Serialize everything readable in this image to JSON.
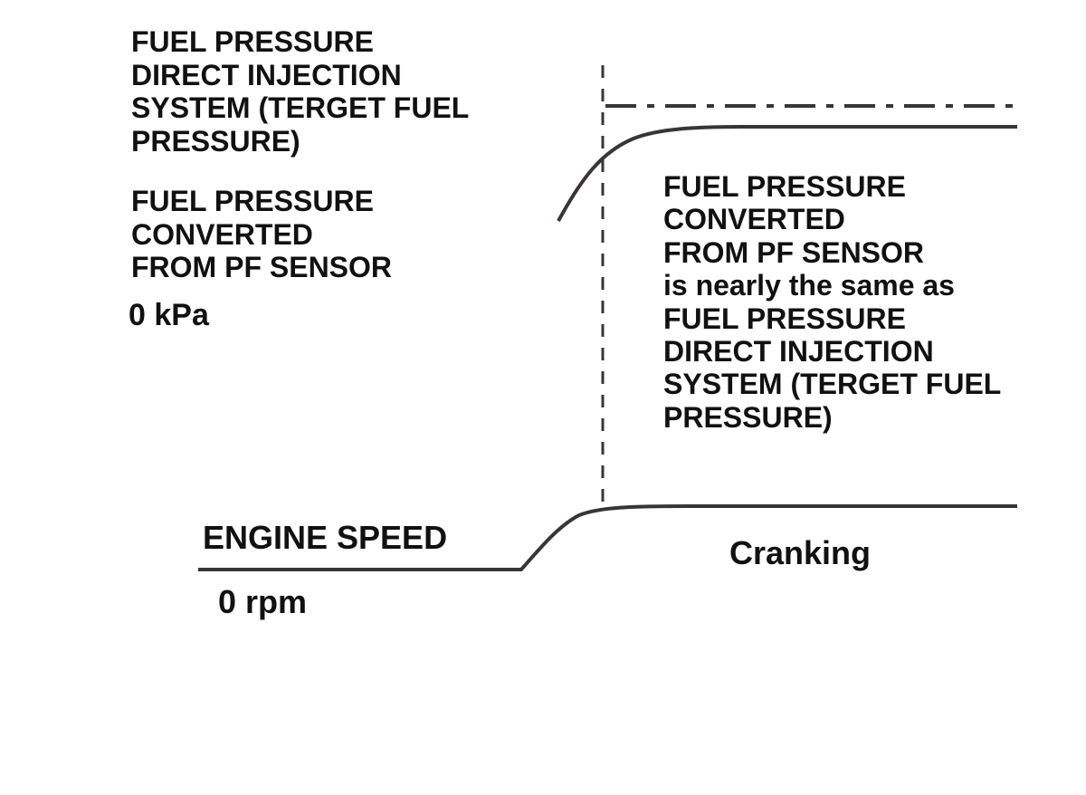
{
  "labels": {
    "target_pressure": "FUEL PRESSURE\nDIRECT INJECTION\nSYSTEM (TERGET FUEL\nPRESSURE)",
    "sensor_pressure": "FUEL PRESSURE\nCONVERTED\nFROM PF SENSOR",
    "pressure_zero": "0 kPa",
    "note": "FUEL PRESSURE\nCONVERTED\nFROM PF SENSOR\nis nearly the same as\nFUEL PRESSURE\nDIRECT INJECTION\nSYSTEM (TERGET FUEL\nPRESSURE)",
    "engine_speed": "ENGINE SPEED",
    "speed_zero": "0 rpm",
    "cranking": "Cranking"
  },
  "colors": {
    "line": "#3a3535",
    "text": "#111111",
    "background": "#ffffff"
  }
}
